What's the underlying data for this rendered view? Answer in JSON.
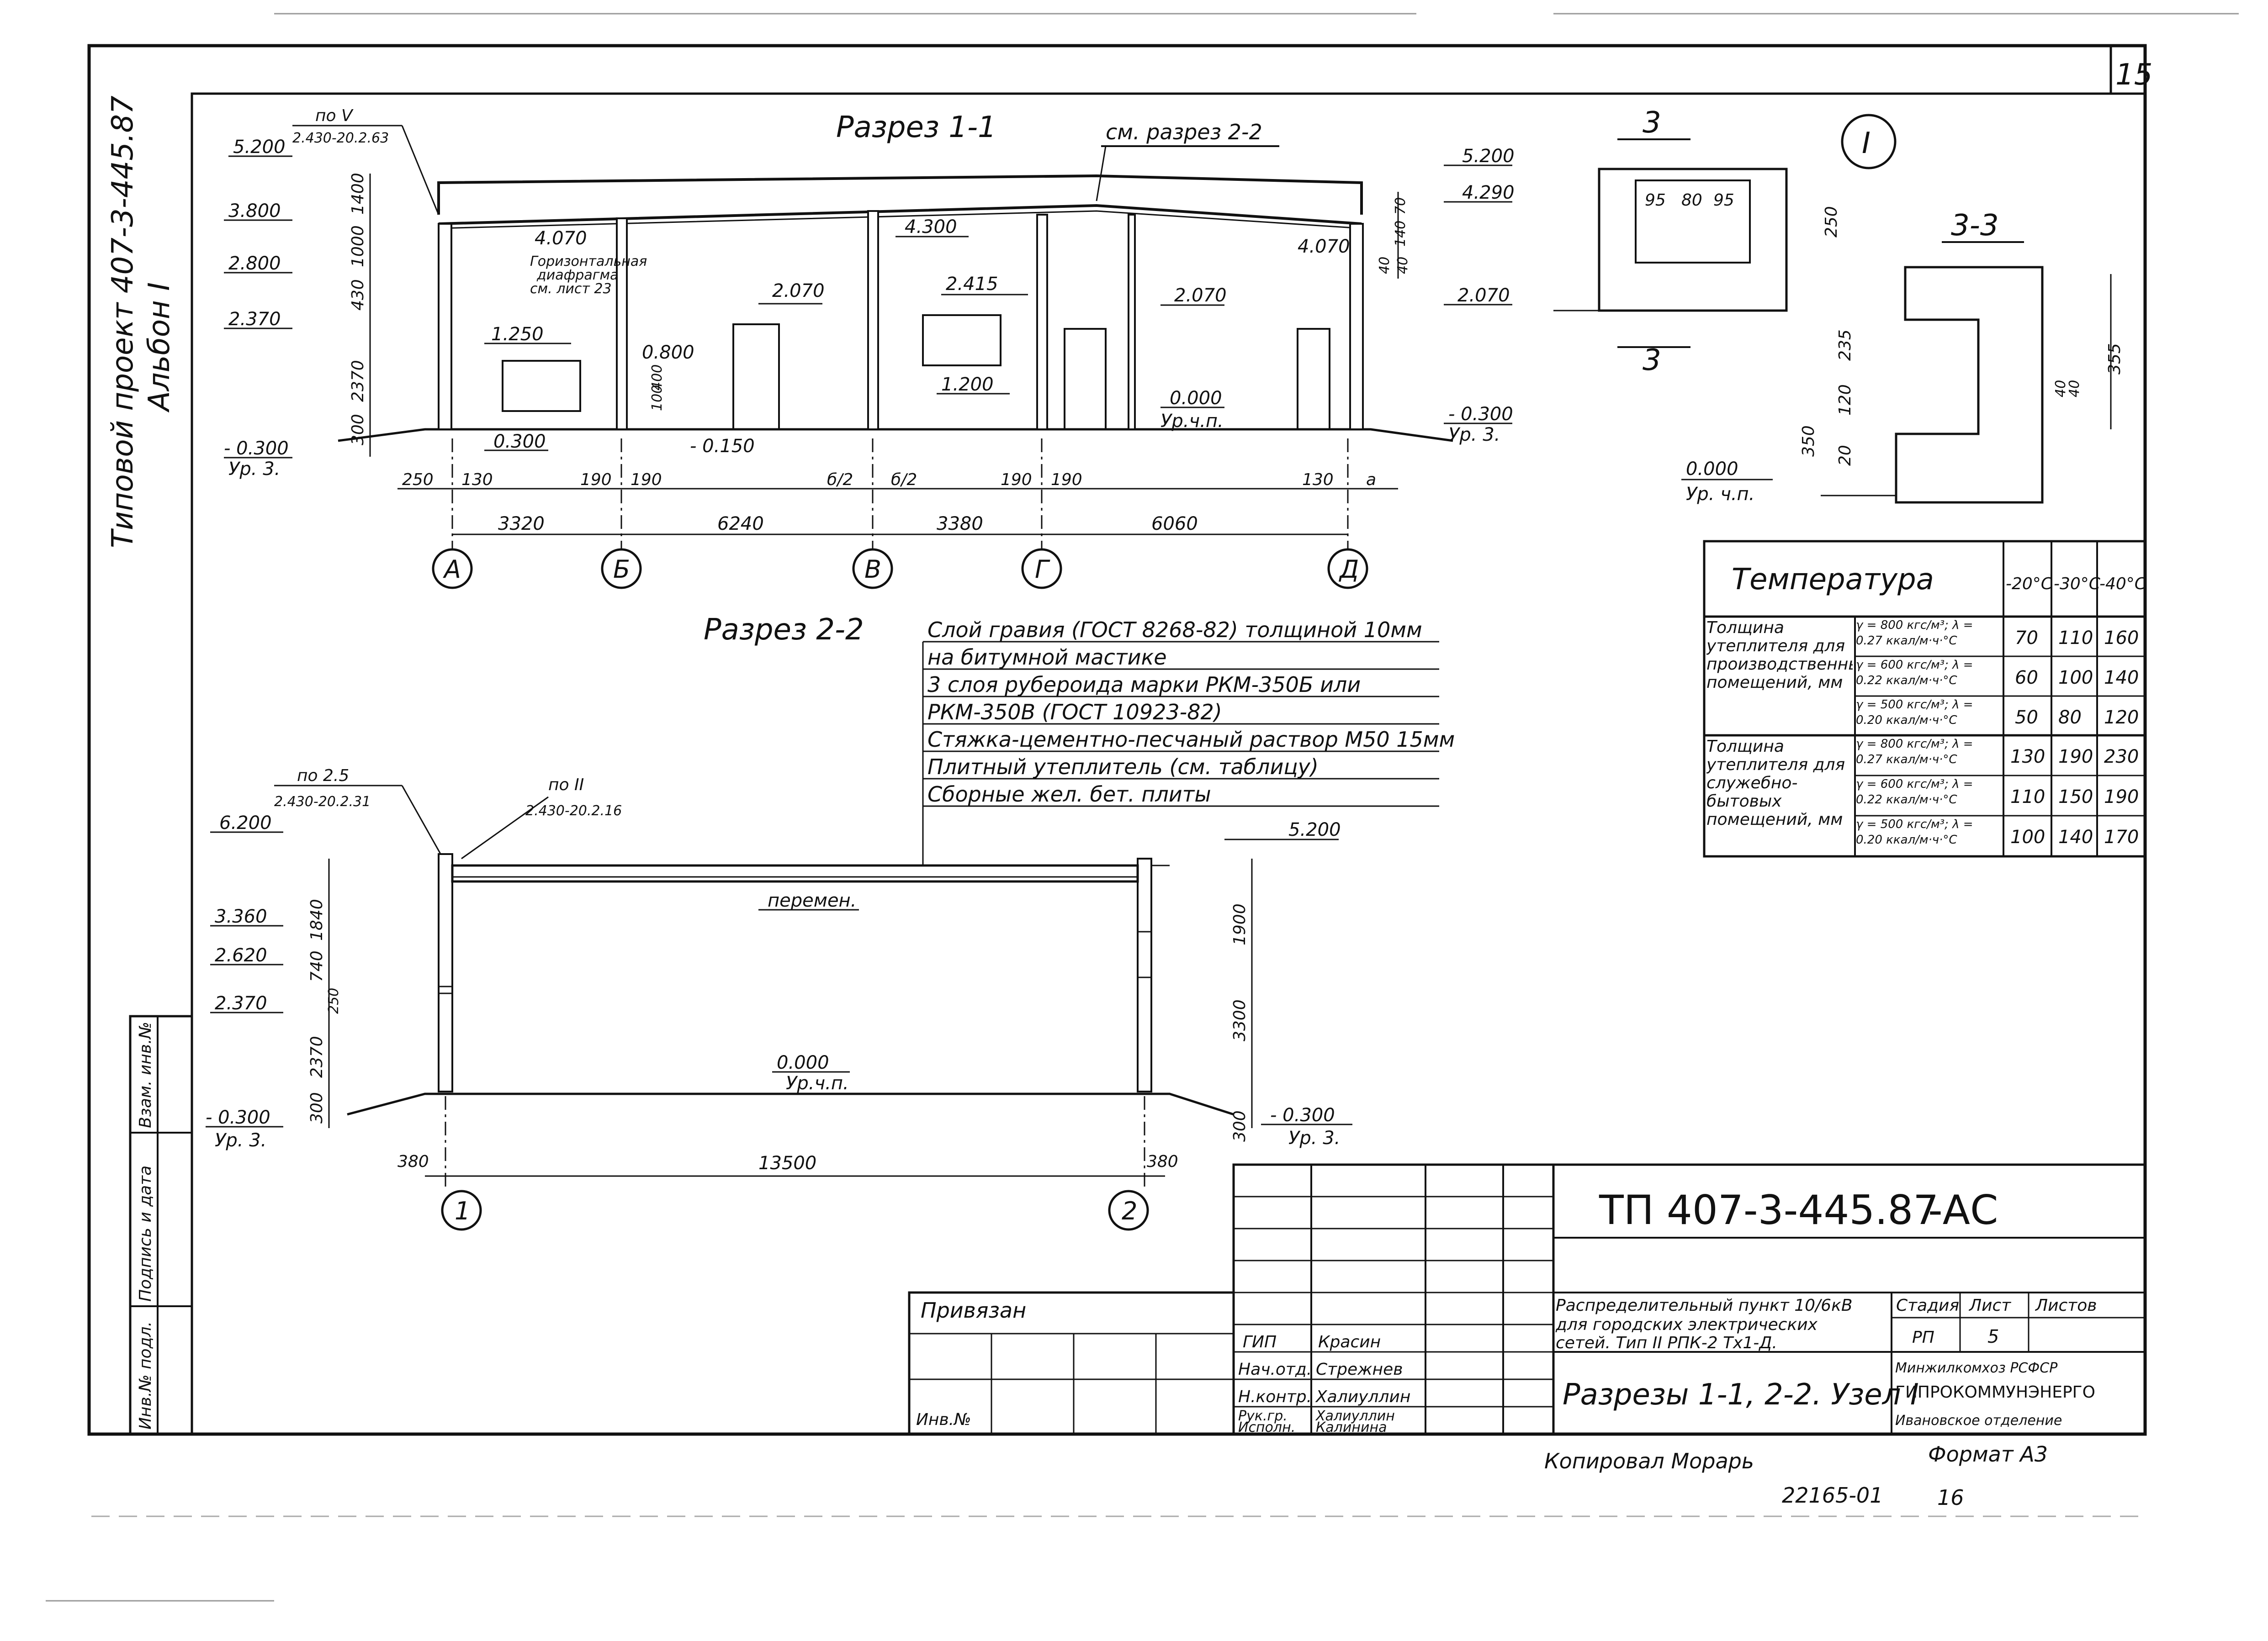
{
  "sheet": {
    "number": "15",
    "margin_note": [
      "Типовой проект 407-3-445.87",
      "Альбон I"
    ],
    "left_stamp": [
      "Инв.№ подл.",
      "Подпись и дата",
      "Взам. инв.№"
    ],
    "copied_by": "Копировал Морарь",
    "format": "Формат А3",
    "bottom_number": "22165-01",
    "bottom_page": "16"
  },
  "section_1": {
    "title": "Разрез 1-1",
    "ref_label": "см. разрез 2-2",
    "node_ref_top": "по  V",
    "node_ref_bottom": "2.430-20.2.63",
    "diaphragm_note": [
      "Горизонтальная",
      "диафрагма",
      "см. лист 23"
    ],
    "left_levels": [
      "5.200",
      "3.800",
      "2.800",
      "2.370",
      "- 0.300",
      "Ур. 3."
    ],
    "left_heights": [
      "1400",
      "1000",
      "430",
      "2370",
      "300"
    ],
    "right_levels": [
      "5.200",
      "4.290",
      "2.070",
      "- 0.300",
      "Ур. 3."
    ],
    "right_heights": [
      "70",
      "140",
      "40",
      "40"
    ],
    "inner_marks": [
      "4.070",
      "1.250",
      "0.800",
      "0.300",
      "- 0.150",
      "2.070",
      "4.300",
      "2.415",
      "1.200",
      "2.070",
      "0.000",
      "Ур.ч.п.",
      "4.070",
      "100",
      "400"
    ],
    "small_dims": [
      "250",
      "130",
      "190",
      "190",
      "б/2",
      "б/2",
      "190",
      "190",
      "130",
      "а"
    ],
    "spans": [
      "3320",
      "6240",
      "3380",
      "6060"
    ],
    "axes": [
      "А",
      "Б",
      "В",
      "Г",
      "Д"
    ]
  },
  "section_2": {
    "title": "Разрез 2-2",
    "layers": [
      "Слой гравия (ГОСТ 8268-82) толщиной 10мм",
      "на битумной мастике",
      "3 слоя рубероида марки РКМ-350Б или",
      "РКМ-350В (ГОСТ 10923-82)",
      "Стяжка-цементно-песчаный раствор М50 15мм",
      "Плитный утеплитель (см. таблицу)",
      "Сборные жел. бет. плиты"
    ],
    "node_ref_a": [
      "по  2.5",
      "2.430-20.2.31"
    ],
    "node_ref_b": [
      "по  II",
      "2.430-20.2.16"
    ],
    "left_levels": [
      "6.200",
      "3.360",
      "2.620",
      "2.370",
      "- 0.300",
      "Ур. 3."
    ],
    "left_heights": [
      "1840",
      "740",
      "250",
      "2370",
      "300"
    ],
    "right_levels": [
      "5.200",
      "- 0.300",
      "Ур. 3."
    ],
    "right_heights": [
      "1900",
      "3300",
      "300"
    ],
    "inner": [
      "перемен.",
      "0.000",
      "Ур.ч.п."
    ],
    "dims": [
      "380",
      "13500",
      "380"
    ],
    "axes": [
      "1",
      "2"
    ]
  },
  "section_3": {
    "cut_label": "3",
    "title": "3-3",
    "node": "I",
    "dims_top": [
      "95",
      "80",
      "95",
      "250"
    ],
    "dims_right": [
      "235",
      "120",
      "350",
      "20",
      "40",
      "40",
      "355"
    ],
    "level": "0.000",
    "level_note": "Ур. ч.п."
  },
  "insulation_table": {
    "header": [
      "Температура",
      "-20°C",
      "-30°C",
      "-40°C"
    ],
    "groups": [
      {
        "name": "Толщина утеплителя для производственных помещений, мм",
        "rows": [
          {
            "param": "γ = 800 кгс/м³; λ = 0.27 ккал/м·ч·°С",
            "values": [
              "70",
              "110",
              "160"
            ]
          },
          {
            "param": "γ = 600 кгс/м³; λ = 0.22 ккал/м·ч·°С",
            "values": [
              "60",
              "100",
              "140"
            ]
          },
          {
            "param": "γ = 500 кгс/м³; λ = 0.20 ккал/м·ч·°С",
            "values": [
              "50",
              "80",
              "120"
            ]
          }
        ]
      },
      {
        "name": "Толщина утеплителя для служебно-бытовых помещений, мм",
        "rows": [
          {
            "param": "γ = 800 кгс/м³; λ = 0.27 ккал/м·ч·°С",
            "values": [
              "130",
              "190",
              "230"
            ]
          },
          {
            "param": "γ = 600 кгс/м³; λ = 0.22 ккал/м·ч·°С",
            "values": [
              "110",
              "150",
              "190"
            ]
          },
          {
            "param": "γ = 500 кгс/м³; λ = 0.20 ккал/м·ч·°С",
            "values": [
              "100",
              "140",
              "170"
            ]
          }
        ]
      }
    ]
  },
  "title_block": {
    "code": "ТП 407-3-445.87",
    "suffix": "-АС",
    "privyazan": "Привязан",
    "inv": "Инв.№",
    "roles": [
      "ГИП",
      "Нач.отд.",
      "Н.контр.",
      "Рук.гр.",
      "Исполн."
    ],
    "names": [
      "Красин",
      "Стрежнев",
      "Халиуллин",
      "Халиуллин",
      "Калинина"
    ],
    "description": [
      "Распределительный пункт 10/6кВ",
      "для городских электрических",
      "сетей. Тип II РПК-2 Тх1-Д."
    ],
    "sheet_title": "Разрезы 1-1, 2-2. Узел I",
    "stage_label": "Стадия",
    "sheet_label": "Лист",
    "sheets_label": "Листов",
    "stage": "РП",
    "sheet": "5",
    "org": [
      "Минжилкомхоз РСФСР",
      "ГИПРОКОММУНЭНЕРГО",
      "Ивановское отделение"
    ]
  }
}
